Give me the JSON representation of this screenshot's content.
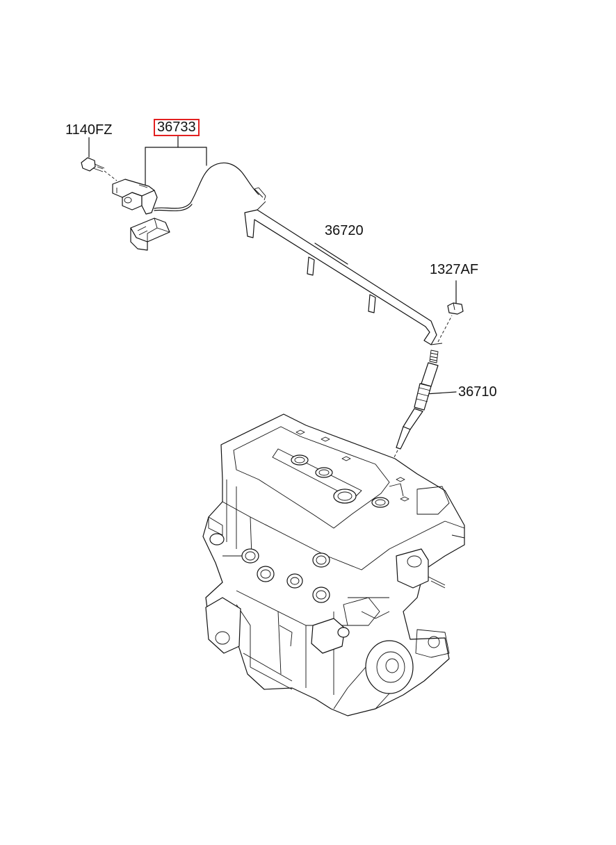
{
  "diagram": {
    "parts": [
      {
        "id": "p1140fz",
        "number": "1140FZ",
        "highlighted": false
      },
      {
        "id": "p36733",
        "number": "36733",
        "highlighted": true
      },
      {
        "id": "p36720",
        "number": "36720",
        "highlighted": false
      },
      {
        "id": "p1327af",
        "number": "1327AF",
        "highlighted": false
      },
      {
        "id": "p36710",
        "number": "36710",
        "highlighted": false
      }
    ],
    "highlight_color": "#e32020"
  }
}
